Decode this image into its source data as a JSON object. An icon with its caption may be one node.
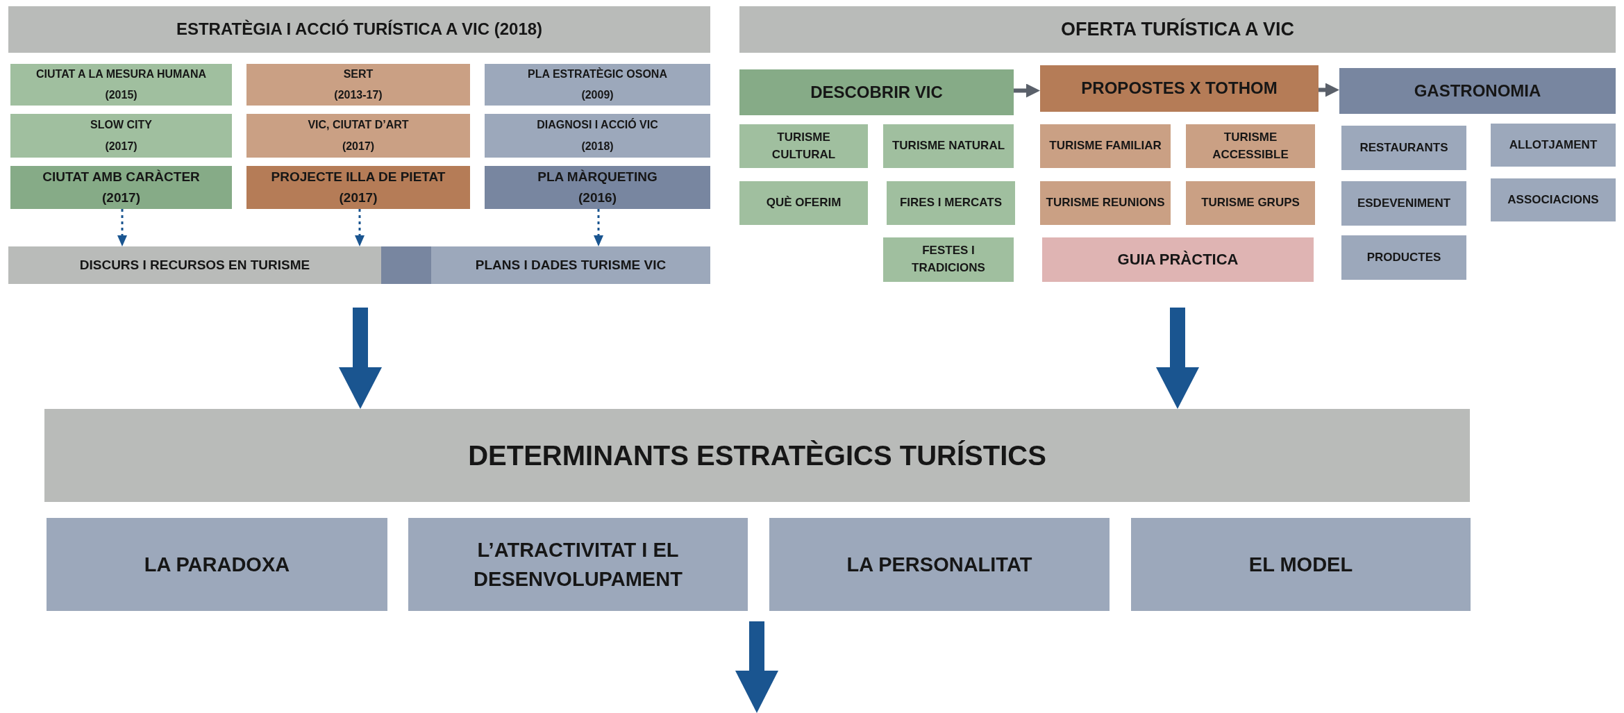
{
  "diagram": {
    "nodes": [
      {
        "text": [
          "ESTRATÈGIA I ACCIÓ TURÍSTICA A VIC (2018)"
        ]
      },
      {
        "text": [
          "CIUTAT A LA MESURA HUMANA",
          "(2015)"
        ]
      },
      {
        "text": [
          "SERT",
          "(2013-17)"
        ]
      },
      {
        "text": [
          "PLA ESTRATÈGIC OSONA",
          "(2009)"
        ]
      },
      {
        "text": [
          "SLOW CITY",
          "(2017)"
        ]
      },
      {
        "text": [
          "VIC, CIUTAT D’ART",
          "(2017)"
        ]
      },
      {
        "text": [
          "DIAGNOSI I ACCIÓ VIC",
          "(2018)"
        ]
      },
      {
        "text": [
          "CIUTAT AMB CARÀCTER",
          "(2017)"
        ]
      },
      {
        "text": [
          "PROJECTE ILLA DE PIETAT",
          "(2017)"
        ]
      },
      {
        "text": [
          "PLA MÀRQUETING",
          "(2016)"
        ]
      },
      {
        "text": [
          "DISCURS I RECURSOS EN TURISME"
        ]
      },
      {
        "text": [],
        "shape": "box"
      },
      {
        "text": [
          "PLANS I DADES TURISME VIC"
        ]
      },
      {
        "text": [
          "OFERTA TURÍSTICA A VIC"
        ]
      },
      {
        "text": [
          "DESCOBRIR VIC"
        ]
      },
      {
        "text": [
          "PROPOSTES X TOTHOM"
        ]
      },
      {
        "text": [
          "GASTRONOMIA"
        ]
      },
      {
        "text": [
          "TURISME CULTURAL"
        ]
      },
      {
        "text": [
          "TURISME NATURAL"
        ]
      },
      {
        "text": [
          "TURISME FAMILIAR"
        ]
      },
      {
        "text": [
          "TURISME ACCESSIBLE"
        ]
      },
      {
        "text": [
          "RESTAURANTS"
        ]
      },
      {
        "text": [
          "ALLOTJAMENT"
        ]
      },
      {
        "text": [
          "QUÈ OFERIM"
        ]
      },
      {
        "text": [
          "FIRES I MERCATS"
        ]
      },
      {
        "text": [
          "TURISME REUNIONS"
        ]
      },
      {
        "text": [
          "TURISME GRUPS"
        ]
      },
      {
        "text": [
          "ESDEVENIMENT"
        ]
      },
      {
        "text": [
          "ASSOCIACIONS"
        ]
      },
      {
        "text": [
          "FESTES I TRADICIONS"
        ]
      },
      {
        "text": [
          "GUIA PRÀCTICA"
        ]
      },
      {
        "text": [
          "PRODUCTES"
        ]
      },
      {
        "text": [
          "DETERMINANTS ESTRATÈGICS TURÍSTICS"
        ]
      },
      {
        "text": [
          "LA PARADOXA"
        ]
      },
      {
        "text": [
          "L’ATRACTIVITAT I EL DESENVOLUPAMENT"
        ]
      },
      {
        "text": [
          "LA PERSONALITAT"
        ]
      },
      {
        "text": [
          "EL MODEL"
        ]
      }
    ],
    "edges": [
      {
        "from": 7,
        "to": 10,
        "arrow": "to",
        "style": "dashed"
      },
      {
        "from": 8,
        "to": 10,
        "arrow": "to",
        "style": "dashed"
      },
      {
        "from": 9,
        "to": 12,
        "arrow": "to",
        "style": "dashed"
      },
      {
        "from": 14,
        "to": 15,
        "arrow": "to",
        "color": "#5a606a"
      },
      {
        "from": 15,
        "to": 16,
        "arrow": "to",
        "color": "#5a606a"
      },
      {
        "from": null,
        "to": 32,
        "arrow": "to",
        "style": "thick"
      },
      {
        "from": null,
        "to": 32,
        "arrow": "to",
        "style": "thick"
      }
    ]
  }
}
